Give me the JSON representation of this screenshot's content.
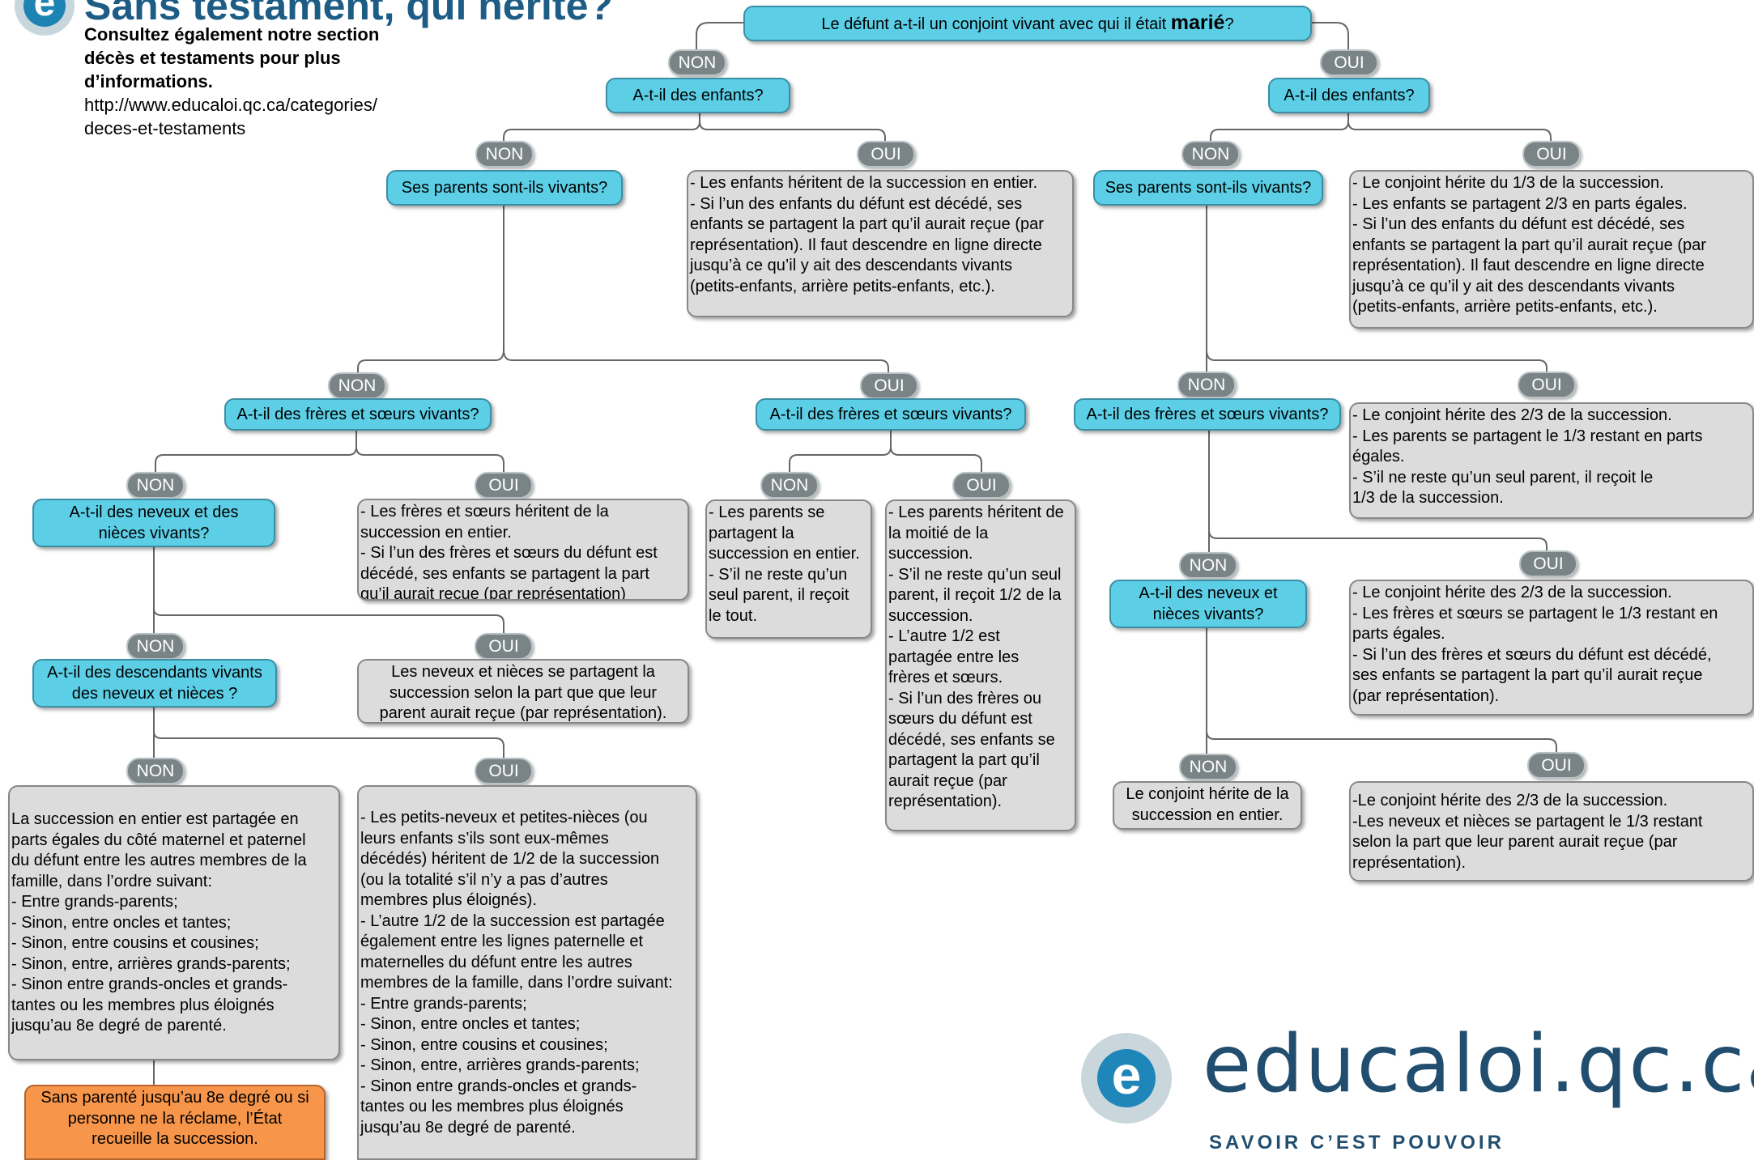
{
  "header": {
    "title": "Sans testament, qui hérite?",
    "logo_letter": "e",
    "note_bold": "Consultez également notre section décès et testaments pour plus d’informations.",
    "note_link": "http://www.educaloi.qc.ca/categories/\ndeces-et-testaments"
  },
  "labels": {
    "non": "NON",
    "oui": "OUI"
  },
  "questions": {
    "root_prefix": "Le défunt a-t-il un conjoint vivant avec qui il était ",
    "root_emph": "marié",
    "root_suffix": "?",
    "enfants": "A-t-il des enfants?",
    "parents": "Ses parents sont-ils vivants?",
    "freres": "A-t-il des frères et sœurs vivants?",
    "neveux": "A-t-il des neveux et des\nnièces vivants?",
    "neveux_married": "A-t-il des neveux et\nnièces vivants?",
    "descendants": "A-t-il des descendants vivants\ndes neveux et nièces ?"
  },
  "answers": {
    "enfants_single": "- Les enfants héritent de la succession en entier.\n- Si l’un des enfants du défunt est décédé, ses\nenfants se partagent la part qu’il aurait reçue (par\nreprésentation). Il faut descendre en ligne directe\njusqu’à ce qu’il y ait des descendants vivants\n(petits-enfants, arrière petits-enfants, etc.).",
    "enfants_married": "- Le conjoint hérite du 1/3 de la succession.\n- Les enfants se partagent 2/3 en parts égales.\n- Si l’un des enfants du défunt est décédé, ses\nenfants se partagent la part qu’il aurait reçue (par\nreprésentation). Il faut descendre en ligne directe\njusqu’à ce qu’il y ait des descendants vivants\n(petits-enfants, arrière petits-enfants, etc.).",
    "freres_only": "- Les frères et sœurs héritent de la\nsuccession en entier.\n- Si l’un des frères et sœurs du défunt est\ndécédé, ses enfants se partagent la part\nqu’il aurait reçue (par représentation)",
    "parents_only": "- Les parents se\npartagent la\nsuccession en entier.\n- S’il ne reste qu’un\nseul parent, il reçoit\nle tout.",
    "parents_freres": "- Les parents héritent de\nla moitié de la\nsuccession.\n- S’il ne reste qu’un seul\nparent, il reçoit 1/2 de la\nsuccession.\n- L’autre 1/2 est\npartagée entre les\nfrères et sœurs.\n- Si l’un des frères ou\nsœurs du défunt est\ndécédé, ses enfants se\npartagent la part qu’il\naurait reçue (par\nreprésentation).",
    "neveux_only": "Les neveux et nièces se partagent  la\nsuccession selon la part que que leur\nparent aurait reçue (par représentation).",
    "petits_neveux": "- Les petits-neveux et petites-nièces (ou\nleurs enfants s’ils sont eux-mêmes\ndécédés) héritent de 1/2 de la succession\n(ou la totalité s’il n’y a pas d’autres\nmembres plus éloignés).\n- L’autre 1/2 de la succession  est partagée\négalement entre les lignes paternelle et\nmaternelles du défunt entre les autres\nmembres de la famille, dans l’ordre suivant:\n- Entre grands-parents;\n- Sinon, entre oncles et tantes;\n- Sinon, entre cousins et cousines;\n- Sinon, entre, arrières grands-parents;\n- Sinon entre grands-oncles et grands-\ntantes ou les membres plus éloignés\njusqu’au 8e degré de parenté.",
    "famille": "La succession en entier est partagée en\nparts égales du côté maternel et paternel\ndu défunt entre les autres membres de la\nfamille, dans l’ordre suivant:\n- Entre grands-parents;\n- Sinon, entre oncles et tantes;\n- Sinon, entre cousins et cousines;\n- Sinon, entre, arrières grands-parents;\n- Sinon entre grands-oncles et grands-\ntantes ou les membres plus éloignés\njusqu’au 8e degré de parenté.",
    "etat": "Sans parenté jusqu’au 8e degré ou si\npersonne ne la réclame, l’État\nrecueille la succession.",
    "conjoint_parents": "- Le conjoint hérite des 2/3 de la succession.\n- Les parents se partagent le 1/3 restant en parts\négales.\n- S’il ne reste qu’un seul parent, il reçoit le\n1/3 de la succession.",
    "conjoint_freres": "- Le conjoint hérite des 2/3 de la succession.\n- Les frères et sœurs se partagent le 1/3 restant en\nparts égales.\n- Si l’un des frères et sœurs du défunt est décédé,\nses enfants se partagent la part qu’il aurait reçue\n(par représentation).",
    "conjoint_seul": "Le conjoint hérite de la\nsuccession en entier.",
    "conjoint_neveux": "-Le conjoint hérite des 2/3 de la succession.\n-Les neveux et nièces se partagent le 1/3 restant\nselon la part que leur parent aurait reçue (par\nreprésentation)."
  },
  "brand": {
    "letter": "e",
    "name": "educaloi.qc.ca",
    "slogan": "SAVOIR C’EST POUVOIR"
  },
  "colors": {
    "question_fill": "#5ccfe6",
    "answer_fill": "#dcdcdc",
    "label_fill": "#7a8486",
    "final_fill": "#f7954a",
    "brand_blue": "#1e86b8"
  }
}
